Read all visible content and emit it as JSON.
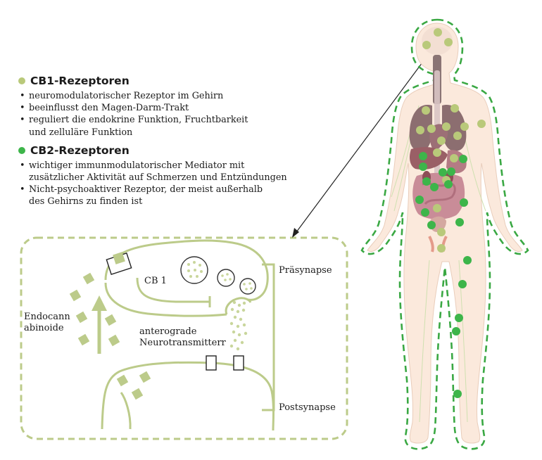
{
  "legend": {
    "cb1": {
      "title": "CB1-Rezeptoren",
      "color": "#b9c97a",
      "items": [
        "neuromodulatorischer Rezeptor im Gehirn",
        "beeinflusst den Magen-Darm-Trakt",
        "reguliert die endokrine Funktion, Fruchtbarkeit\nund zelluläre Funktion"
      ]
    },
    "cb2": {
      "title": "CB2-Rezeptoren",
      "color": "#3db54a",
      "items": [
        "wichtiger immunmodulatorischer Mediator mit\nzusätzlicher Aktivität auf Schmerzen und Entzündungen",
        "Nicht-psychoaktiver Rezeptor, der meist außerhalb\ndes Gehirns zu finden ist"
      ]
    }
  },
  "synapse": {
    "label_cb1": "CB 1",
    "label_endocannabinoide": "Endocann\nabinoide",
    "label_neurotransmitter": "anterograde\nNeurotransmitterr",
    "label_praesynapse": "Präsynapse",
    "label_postsynapse": "Postsynapse"
  },
  "colors": {
    "outline_green": "#3aa843",
    "synapse_green": "#bccb8a",
    "body_skin": "#fbe9dc"
  }
}
